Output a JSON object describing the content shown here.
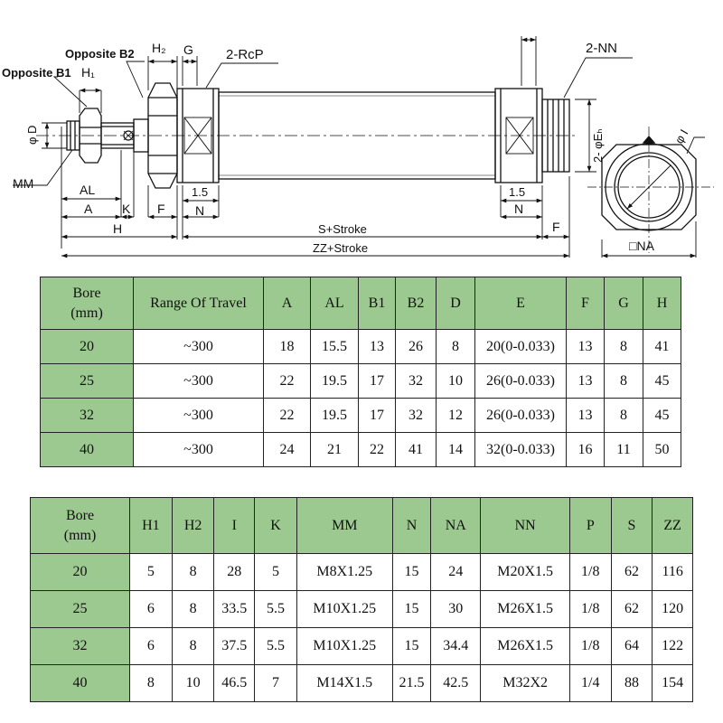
{
  "drawing": {
    "labels": {
      "opposite_b2": "Opposite B2",
      "opposite_b1": "Opposite B1",
      "h2": "H₂",
      "h1": "H₁",
      "g": "G",
      "rcp": "2-RcP",
      "nn": "2-NN",
      "d": "φ D",
      "mm": "MM",
      "al": "AL",
      "a": "A",
      "k": "K",
      "f_left": "F",
      "n_left": "N",
      "dim_15_left": "1.5",
      "h": "H",
      "s_stroke": "S+Stroke",
      "zz_stroke": "ZZ+Stroke",
      "dim_15_right": "1.5",
      "n_right": "N",
      "f_right": "F",
      "e": "2- φEₕ",
      "i": "φ I",
      "na": "□NA"
    }
  },
  "table1": {
    "headers": [
      "Bore\n(mm)",
      "Range Of Travel",
      "A",
      "AL",
      "B1",
      "B2",
      "D",
      "E",
      "F",
      "G",
      "H"
    ],
    "rows": [
      [
        "20",
        "~300",
        "18",
        "15.5",
        "13",
        "26",
        "8",
        "20(0-0.033)",
        "13",
        "8",
        "41"
      ],
      [
        "25",
        "~300",
        "22",
        "19.5",
        "17",
        "32",
        "10",
        "26(0-0.033)",
        "13",
        "8",
        "45"
      ],
      [
        "32",
        "~300",
        "22",
        "19.5",
        "17",
        "32",
        "12",
        "26(0-0.033)",
        "13",
        "8",
        "45"
      ],
      [
        "40",
        "~300",
        "24",
        "21",
        "22",
        "41",
        "14",
        "32(0-0.033)",
        "16",
        "11",
        "50"
      ]
    ]
  },
  "table2": {
    "headers": [
      "Bore\n(mm)",
      "H1",
      "H2",
      "I",
      "K",
      "MM",
      "N",
      "NA",
      "NN",
      "P",
      "S",
      "ZZ"
    ],
    "rows": [
      [
        "20",
        "5",
        "8",
        "28",
        "5",
        "M8X1.25",
        "15",
        "24",
        "M20X1.5",
        "1/8",
        "62",
        "116"
      ],
      [
        "25",
        "6",
        "8",
        "33.5",
        "5.5",
        "M10X1.25",
        "15",
        "30",
        "M26X1.5",
        "1/8",
        "62",
        "120"
      ],
      [
        "32",
        "6",
        "8",
        "37.5",
        "5.5",
        "M10X1.25",
        "15",
        "34.4",
        "M26X1.5",
        "1/8",
        "64",
        "122"
      ],
      [
        "40",
        "8",
        "10",
        "46.5",
        "7",
        "M14X1.5",
        "21.5",
        "42.5",
        "M32X2",
        "1/4",
        "88",
        "154"
      ]
    ]
  }
}
